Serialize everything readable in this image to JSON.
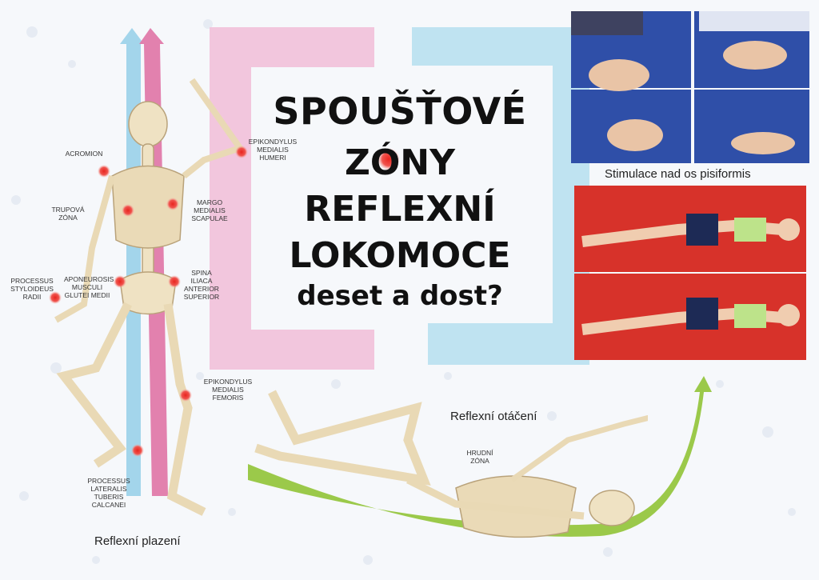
{
  "title": {
    "line1": "SPOUŠŤOVÉ",
    "line2": "ZÓNY",
    "line3": "REFLEXNÍ",
    "line4": "LOKOMOCE",
    "line5": "deset a dost?"
  },
  "labels": {
    "acromion": "ACROMION",
    "trupova": "TRUPOVÁ ZÓNA",
    "processus_styloideus": "PROCESSUS STYLOIDEUS RADII",
    "aponeurosis": "APONEUROSIS MUSCULI GLUTEI MEDII",
    "epikondylus_humeri": "EPIKONDYLUS MEDIALIS HUMERI",
    "margo": "MARGO MEDIALIS SCAPULAE",
    "spina": "SPINA ILIACA ANTERIOR SUPERIOR",
    "epikondylus_femoris": "EPIKONDYLUS MEDIALIS FEMORIS",
    "processus_lateralis": "PROCESSUS LATERALIS TUBERIS CALCANEI",
    "hrudni": "HRUDNÍ ZÓNA"
  },
  "captions": {
    "plazeni": "Reflexní plazení",
    "otaceni": "Reflexní otáčení",
    "stimulace": "Stimulace nad os pisiformis"
  },
  "colors": {
    "pink": "#e07aaa",
    "blue": "#9ed3ea",
    "green": "#9bc94a",
    "zone_red": "#e8251f",
    "mat_blue": "#2f4fa8",
    "mat_red": "#d7322a"
  }
}
